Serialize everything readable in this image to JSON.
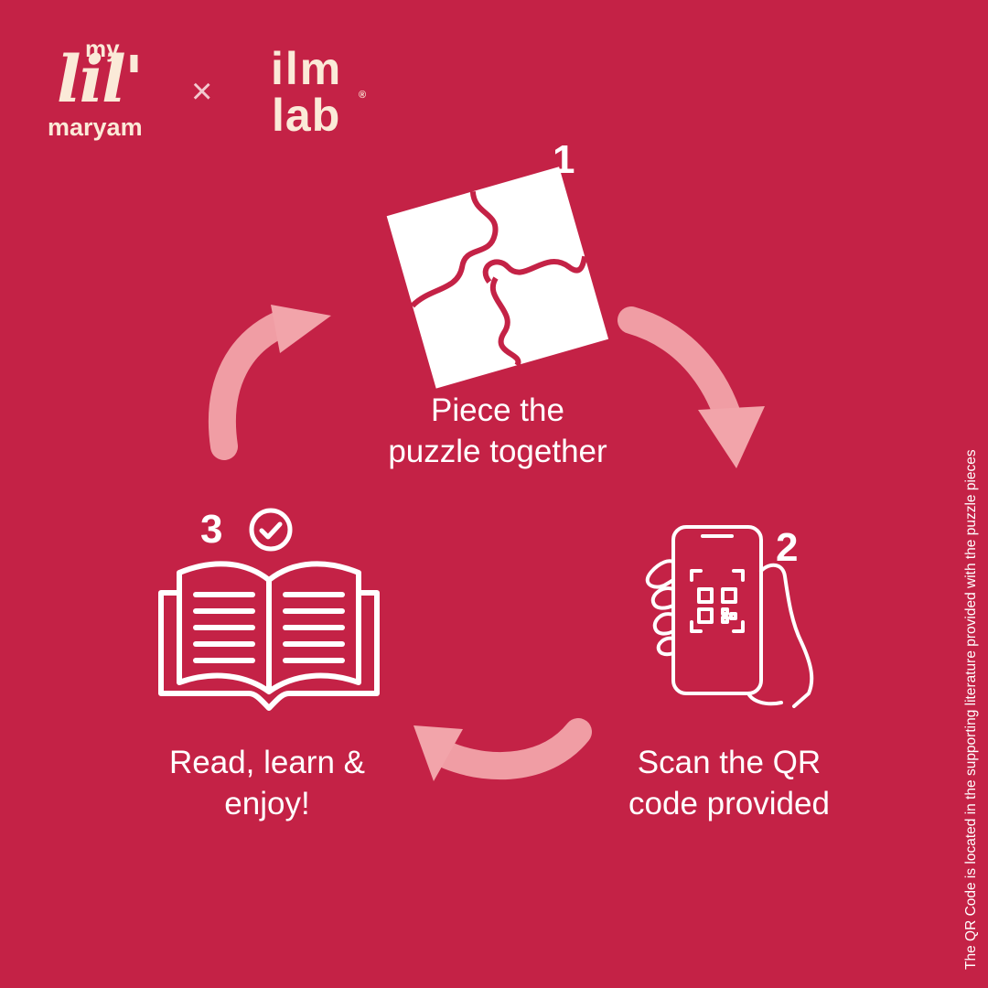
{
  "logos": {
    "brand_left_line1": "my",
    "brand_left_line2": "lil'",
    "brand_left_line3": "maryam",
    "separator": "×",
    "brand_right_line1": "ilm",
    "brand_right_line2": "lab",
    "brand_right_mark": "®",
    "logo_color": "#fbead8"
  },
  "steps": [
    {
      "number": "1",
      "caption_line1": "Piece the",
      "caption_line2": "puzzle together",
      "icon": "puzzle-icon"
    },
    {
      "number": "2",
      "caption_line1": "Scan the QR",
      "caption_line2": "code provided",
      "icon": "phone-qr-scan-icon"
    },
    {
      "number": "3",
      "caption_line1": "Read, learn &",
      "caption_line2": "enjoy!",
      "icon": "open-book-icon",
      "badge_icon": "check-circle-icon"
    }
  ],
  "footnote": "The QR Code is located in the supporting literature provided with the puzzle pieces",
  "colors": {
    "background": "#c42246",
    "foreground": "#ffffff",
    "arrow": "#f2a4aa"
  }
}
